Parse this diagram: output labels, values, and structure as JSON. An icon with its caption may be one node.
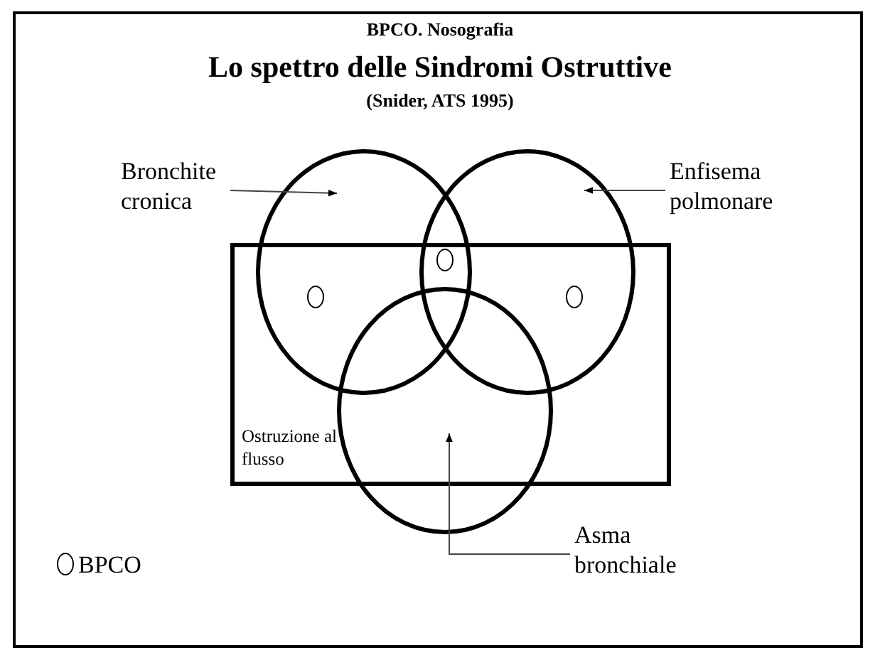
{
  "diagram": {
    "title": "Lo spettro delle Sindromi Ostruttive",
    "nodes": [
      {
        "text": [
          "Bronchite cronica"
        ]
      },
      {
        "text": [],
        "shape": "circle"
      },
      {
        "text": [],
        "shape": "circle"
      },
      {
        "text": [
          "Enfisema polmonare"
        ]
      },
      {
        "text": [
          "Ostruzione al flusso"
        ]
      },
      {
        "text": [],
        "shape": "circle"
      },
      {
        "text": [
          "Asma bronchiale"
        ]
      }
    ],
    "edges": [
      {
        "from": 0,
        "to": 1,
        "arrow": "to"
      },
      {
        "from": 3,
        "to": 2,
        "arrow": "to"
      },
      {
        "from": 6,
        "to": 5,
        "arrow": "to"
      }
    ],
    "labels": [
      "BPCO. Nosografia",
      "(Snider, ATS 1995)"
    ],
    "legend": [
      {
        "text": "BPCO"
      }
    ]
  }
}
